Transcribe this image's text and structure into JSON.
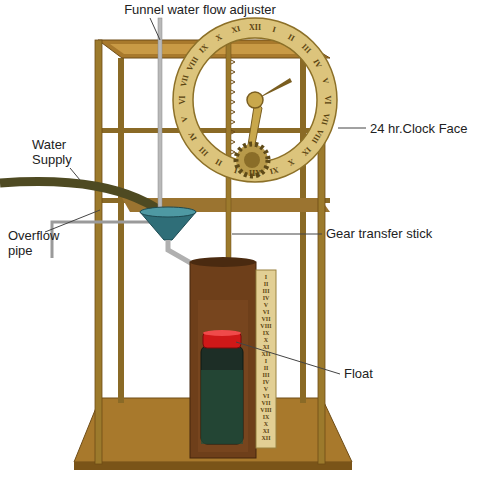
{
  "diagram": {
    "labels": [
      "Funnel water flow adjuster",
      "Water Supply",
      "24 hr.Clock Face",
      "Overflow pipe",
      "Gear transfer stick",
      "Float",
      "XII",
      "I",
      "II",
      "III",
      "IV",
      "V",
      "VI",
      "VII",
      "VIII",
      "IX",
      "X",
      "XI",
      "XII",
      "I",
      "II",
      "III",
      "IV",
      "V",
      "VI",
      "VII",
      "VIII",
      "IX",
      "X",
      "XI",
      "I",
      "II",
      "III",
      "IV",
      "V",
      "VI",
      "VII",
      "VIII",
      "IX",
      "X",
      "XI",
      "XII",
      "I",
      "II",
      "III",
      "IV",
      "V",
      "VI",
      "VII",
      "VIII",
      "IX",
      "X",
      "XI",
      "XII"
    ]
  }
}
